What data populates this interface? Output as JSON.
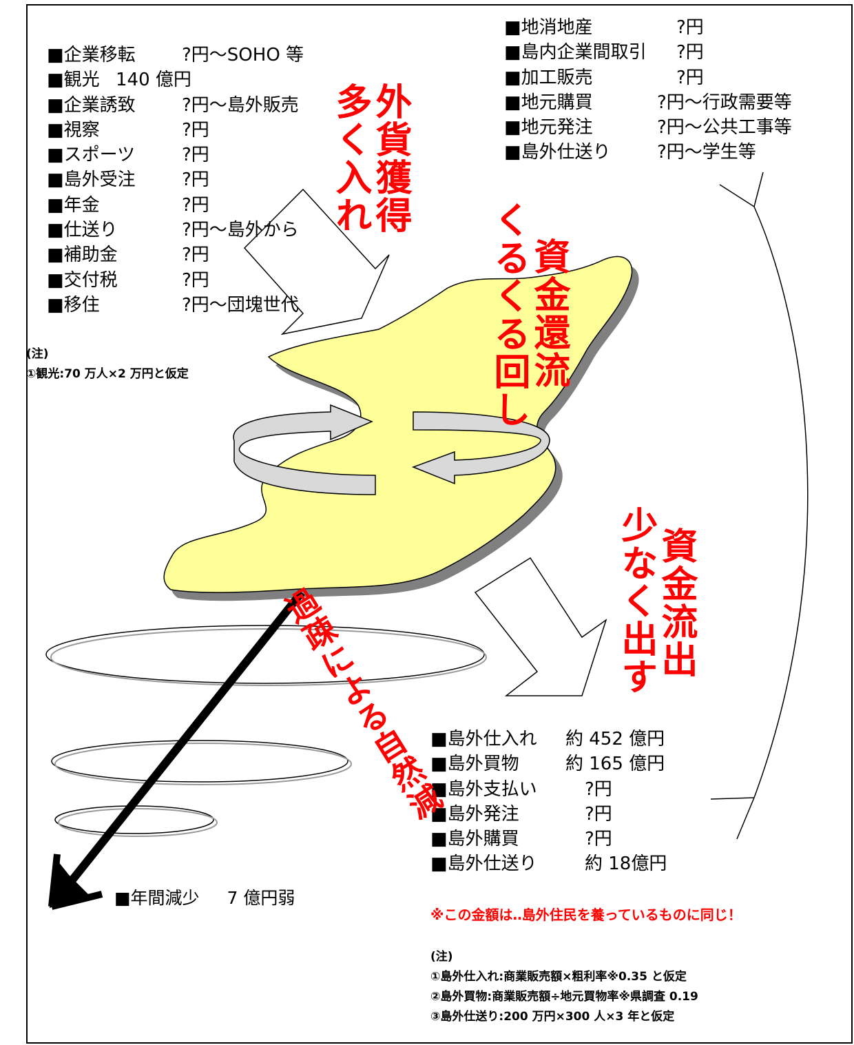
{
  "inflow": {
    "items": [
      {
        "label": "■企業移転",
        "value": "?円～SOHO 等"
      },
      {
        "label": "■観光",
        "value": "140 億円"
      },
      {
        "label": "■企業誘致",
        "value": "?円～島外販売"
      },
      {
        "label": "■視察",
        "value": "?円"
      },
      {
        "label": "■スポーツ",
        "value": "?円"
      },
      {
        "label": "■島外受注",
        "value": "?円"
      },
      {
        "label": "■年金",
        "value": "?円"
      },
      {
        "label": "■仕送り",
        "value": "?円～島外から"
      },
      {
        "label": "■補助金",
        "value": "?円"
      },
      {
        "label": "■交付税",
        "value": "?円"
      },
      {
        "label": "■移住",
        "value": "?円～団塊世代"
      }
    ],
    "note_title": "(注)",
    "notes": [
      "①観光:70 万人×2 万円と仮定"
    ]
  },
  "island_circulation": {
    "items": [
      {
        "label": "■地消地産",
        "value": "?円"
      },
      {
        "label": "■島内企業間取引",
        "value": "?円"
      },
      {
        "label": "■加工販売",
        "value": "?円"
      },
      {
        "label": "■地元購買",
        "value": "?円～行政需要等"
      },
      {
        "label": "■地元発注",
        "value": "?円～公共工事等"
      },
      {
        "label": "■島外仕送り",
        "value": "?円～学生等"
      }
    ]
  },
  "outflow": {
    "items": [
      {
        "label": "■島外仕入れ",
        "value": "約 452 億円"
      },
      {
        "label": "■島外買物",
        "value": "約 165 億円"
      },
      {
        "label": "■島外支払い",
        "value": "?円"
      },
      {
        "label": "■島外発注",
        "value": "?円"
      },
      {
        "label": "■島外購買",
        "value": "?円"
      },
      {
        "label": "■島外仕送り",
        "value": "約 18億円"
      }
    ],
    "warning": "※この金額は‥島外住民を養っているものに同じ！",
    "note_title": "(注)",
    "notes": [
      "①島外仕入れ:商業販売額×粗利率※0.35 と仮定",
      "②島外買物:商業販売額÷地元買物率※県調査 0.19",
      "③島外仕送り:200 万円×300 人×3 年と仮定"
    ]
  },
  "decline": {
    "label": "■年間減少",
    "value": "7 億円弱"
  },
  "slogans": {
    "earn_col1": "外貨獲得",
    "earn_col2": "多く入れ",
    "circulate_col1": "資金還流",
    "circulate_col2": "くるくる回し",
    "outflow_col1": "資金流出",
    "outflow_col2": "少なく出す",
    "depopulation": "過疎による自然減"
  },
  "colors": {
    "island": "#ffff99",
    "shadow": "#808080",
    "slogan": "#ff0000",
    "ring": "#d9d9d9"
  }
}
